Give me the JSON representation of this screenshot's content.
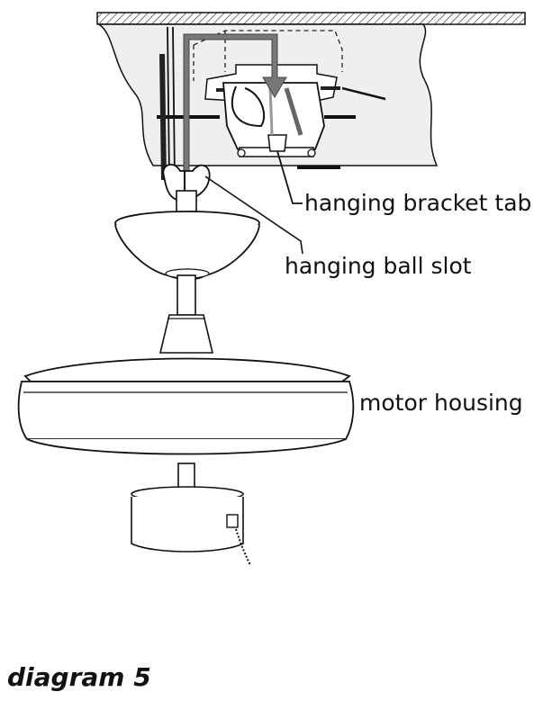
{
  "labels": {
    "hanging_bracket_tab": "hanging bracket tab",
    "hanging_ball_slot": "hanging ball slot",
    "motor_housing": "motor housing"
  },
  "caption": "diagram 5"
}
